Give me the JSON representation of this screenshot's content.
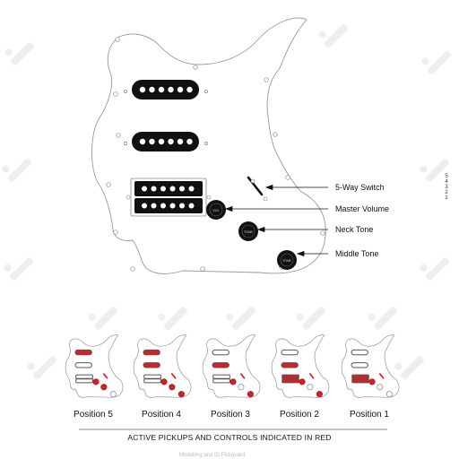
{
  "labels": {
    "switch": "5-Way Switch",
    "master_volume": "Master Volume",
    "neck_tone": "Neck Tone",
    "middle_tone": "Middle Tone"
  },
  "switch_positions": [
    "5",
    "4",
    "3",
    "2",
    "1"
  ],
  "positions": [
    {
      "label": "Position 5",
      "active": [
        true,
        false,
        false
      ],
      "knobs": [
        true,
        true,
        false
      ]
    },
    {
      "label": "Position 4",
      "active": [
        true,
        true,
        false
      ],
      "knobs": [
        true,
        true,
        true
      ]
    },
    {
      "label": "Position 3",
      "active": [
        false,
        true,
        false
      ],
      "knobs": [
        true,
        false,
        true
      ]
    },
    {
      "label": "Position 2",
      "active": [
        false,
        true,
        true
      ],
      "knobs": [
        true,
        false,
        true
      ]
    },
    {
      "label": "Position 1",
      "active": [
        false,
        false,
        true
      ],
      "knobs": [
        true,
        false,
        false
      ]
    }
  ],
  "caption": "ACTIVE PICKUPS AND CONTROLS INDICATED IN RED",
  "footer": "Modelling and ID Pickguard",
  "colors": {
    "active": "#d61f26",
    "pickup": "#111111",
    "guard": "#ffffff",
    "outline": "#999999"
  }
}
